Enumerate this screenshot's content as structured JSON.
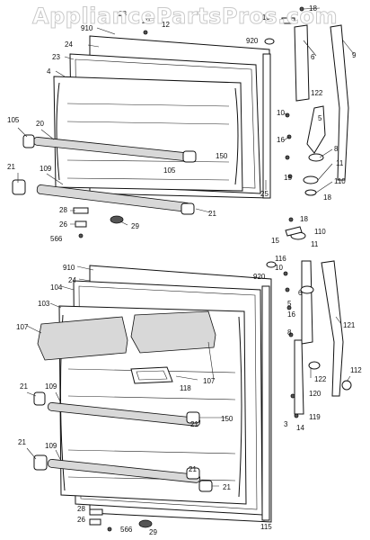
{
  "watermark": "AppliancePartsPros.com",
  "freezer_door": {
    "callouts": [
      "18",
      "28",
      "910",
      "29",
      "12",
      "110",
      "920",
      "24",
      "23",
      "4",
      "105",
      "20",
      "21",
      "109",
      "105",
      "150",
      "25",
      "122",
      "6",
      "9",
      "5",
      "10",
      "16",
      "8",
      "11",
      "110",
      "15",
      "18",
      "28",
      "26",
      "566",
      "29",
      "21"
    ]
  },
  "fresh_food_door": {
    "callouts": [
      "18",
      "15",
      "110",
      "11",
      "910",
      "116",
      "10",
      "920",
      "24",
      "104",
      "103",
      "107",
      "118",
      "107",
      "6",
      "5",
      "16",
      "8",
      "121",
      "21",
      "109",
      "150",
      "21",
      "21",
      "109",
      "122",
      "120",
      "112",
      "3",
      "14",
      "119",
      "21",
      "21",
      "28",
      "26",
      "566",
      "29",
      "115"
    ]
  }
}
